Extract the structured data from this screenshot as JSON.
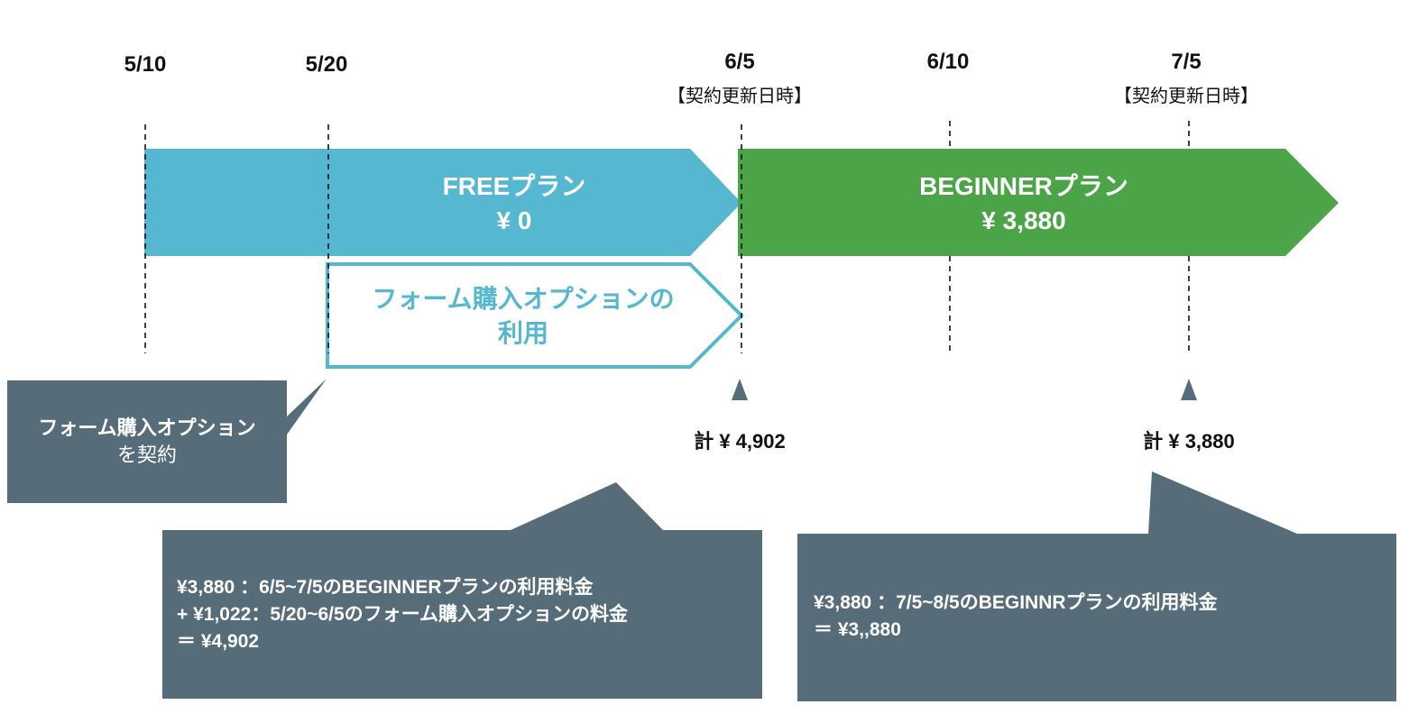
{
  "dates": [
    {
      "label": "5/10",
      "sub": ""
    },
    {
      "label": "5/20",
      "sub": ""
    },
    {
      "label": "6/5",
      "sub": "【契約更新日時】"
    },
    {
      "label": "6/10",
      "sub": ""
    },
    {
      "label": "7/5",
      "sub": "【契約更新日時】"
    }
  ],
  "free_plan": {
    "name": "FREEプラン",
    "price": "¥ 0"
  },
  "beginner_plan": {
    "name": "BEGINNERプラン",
    "price": "¥ 3,880"
  },
  "option": {
    "line1": "フォーム購入オプションの",
    "line2": "利用"
  },
  "contract_callout": {
    "line1": "フォーム購入オプション",
    "line2": "を契約"
  },
  "totals": {
    "first": "計 ¥ 4,902",
    "second": "計 ¥ 3,880"
  },
  "breakdown_1": [
    "¥3,880 ：6/5~7/5のBEGINNERプランの利用料金",
    "+ ¥1,022：5/20~6/5のフォーム購入オプションの料金",
    "＝ ¥4,902"
  ],
  "breakdown_2": [
    "¥3,880 ：7/5~8/5のBEGINNRプランの利用料金",
    "＝ ¥3,,880"
  ],
  "colors": {
    "free": "#55b7d0",
    "beginner": "#4ba548",
    "callout": "#566d79",
    "option_border": "#55b7d0"
  }
}
